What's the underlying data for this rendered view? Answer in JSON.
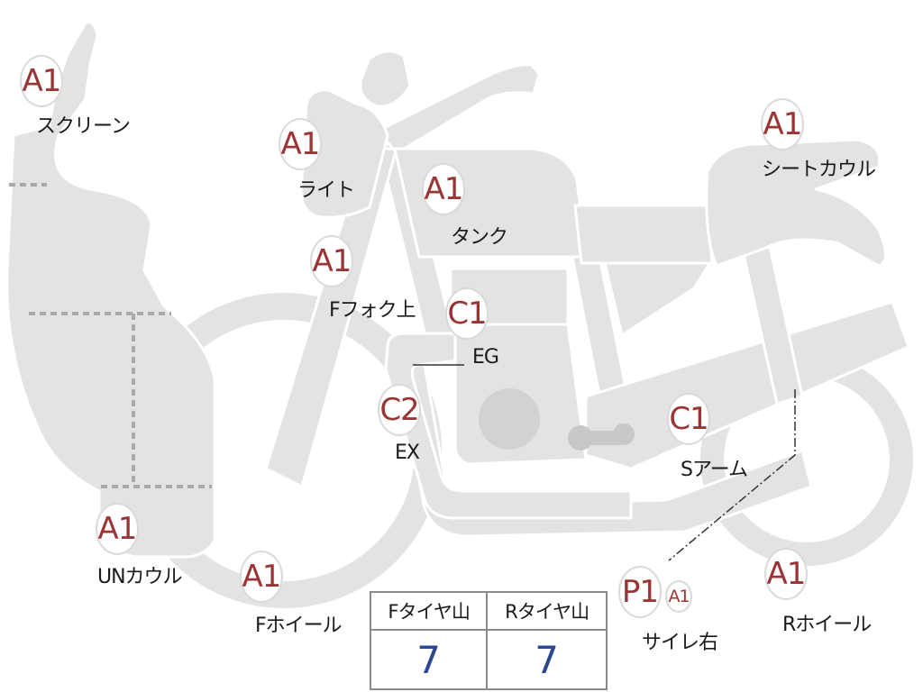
{
  "parts": [
    {
      "id": "screen",
      "code": "A1",
      "label": "スクリーン"
    },
    {
      "id": "light",
      "code": "A1",
      "label": "ライト"
    },
    {
      "id": "tank",
      "code": "A1",
      "label": "タンク"
    },
    {
      "id": "seat-cowl",
      "code": "A1",
      "label": "シートカウル"
    },
    {
      "id": "f-fork-upper",
      "code": "A1",
      "label": "Fフォク上"
    },
    {
      "id": "engine",
      "code": "C1",
      "label": "EG"
    },
    {
      "id": "exhaust",
      "code": "C2",
      "label": "EX"
    },
    {
      "id": "swing-arm",
      "code": "C1",
      "label": "Sアーム"
    },
    {
      "id": "under-cowl",
      "code": "A1",
      "label": "UNカウル"
    },
    {
      "id": "f-wheel",
      "code": "A1",
      "label": "Fホイール"
    },
    {
      "id": "silencer-right",
      "code": "P1",
      "code_sub": "A1",
      "label": "サイレ右"
    },
    {
      "id": "r-wheel",
      "code": "A1",
      "label": "Rホイール"
    }
  ],
  "tire_table": {
    "headers": [
      "Fタイヤ山",
      "Rタイヤ山"
    ],
    "values": [
      "7",
      "7"
    ]
  },
  "colors": {
    "body": "#e3e3e1",
    "code": "#9b3434",
    "value": "#2d4890",
    "outline": "#ffffff"
  }
}
